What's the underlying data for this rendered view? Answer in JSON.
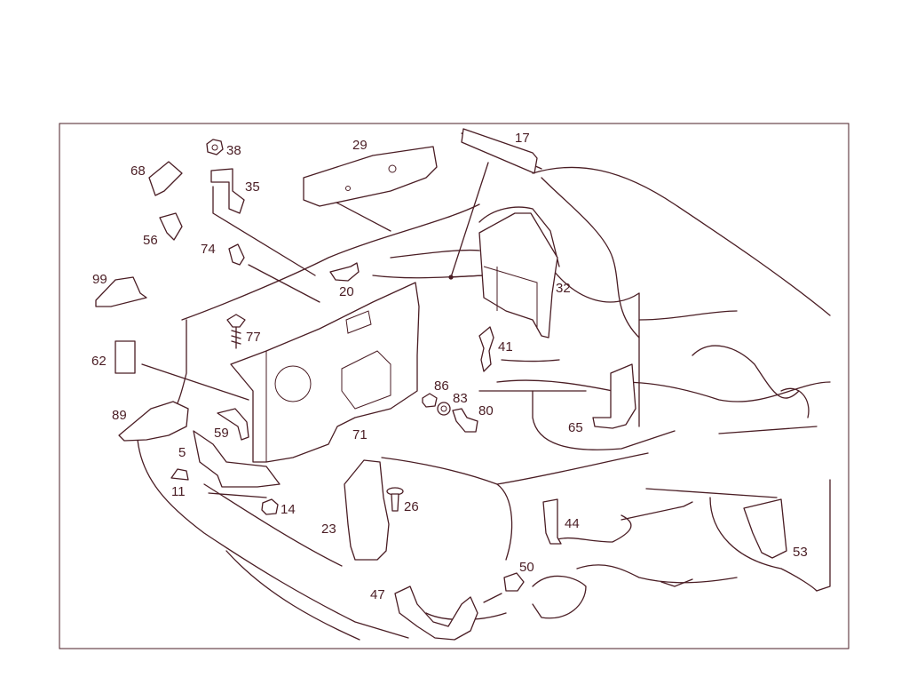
{
  "diagram": {
    "line_color": "#4a1d24",
    "background": "#ffffff",
    "callouts": {
      "c17": "17",
      "c29": "29",
      "c38": "38",
      "c68": "68",
      "c35": "35",
      "c56": "56",
      "c74": "74",
      "c20": "20",
      "c32": "32",
      "c99": "99",
      "c77": "77",
      "c41": "41",
      "c62": "62",
      "c86": "86",
      "c83": "83",
      "c80": "80",
      "c89": "89",
      "c59": "59",
      "c71": "71",
      "c65": "65",
      "c5": "5",
      "c11": "11",
      "c14": "14",
      "c26": "26",
      "c23": "23",
      "c44": "44",
      "c53": "53",
      "c50": "50",
      "c47": "47"
    }
  }
}
